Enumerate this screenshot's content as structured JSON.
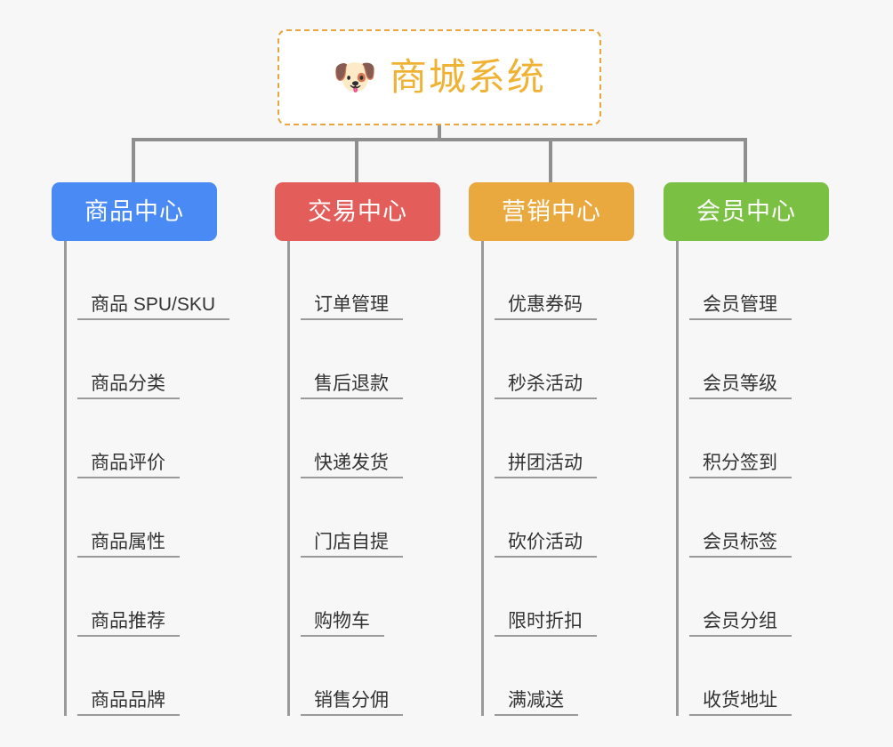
{
  "page": {
    "background": "#f7f7f7",
    "line_color": "#8f8f8f"
  },
  "root": {
    "icon": "shiba-dog-face-emoji",
    "emoji": "🐶",
    "title": "商城系统",
    "text_color": "#efb233",
    "border_color": "#e8a63f"
  },
  "columns": [
    {
      "id": "product-center",
      "label": "商品中心",
      "color": "#4a8af4",
      "items": [
        "商品 SPU/SKU",
        "商品分类",
        "商品评价",
        "商品属性",
        "商品推荐",
        "商品品牌"
      ]
    },
    {
      "id": "trade-center",
      "label": "交易中心",
      "color": "#e35d5b",
      "items": [
        "订单管理",
        "售后退款",
        "快递发货",
        "门店自提",
        "购物车",
        "销售分佣"
      ]
    },
    {
      "id": "marketing-center",
      "label": "营销中心",
      "color": "#eaa93e",
      "items": [
        "优惠券码",
        "秒杀活动",
        "拼团活动",
        "砍价活动",
        "限时折扣",
        "满减送"
      ]
    },
    {
      "id": "member-center",
      "label": "会员中心",
      "color": "#7ac143",
      "items": [
        "会员管理",
        "会员等级",
        "积分签到",
        "会员标签",
        "会员分组",
        "收货地址"
      ]
    }
  ]
}
